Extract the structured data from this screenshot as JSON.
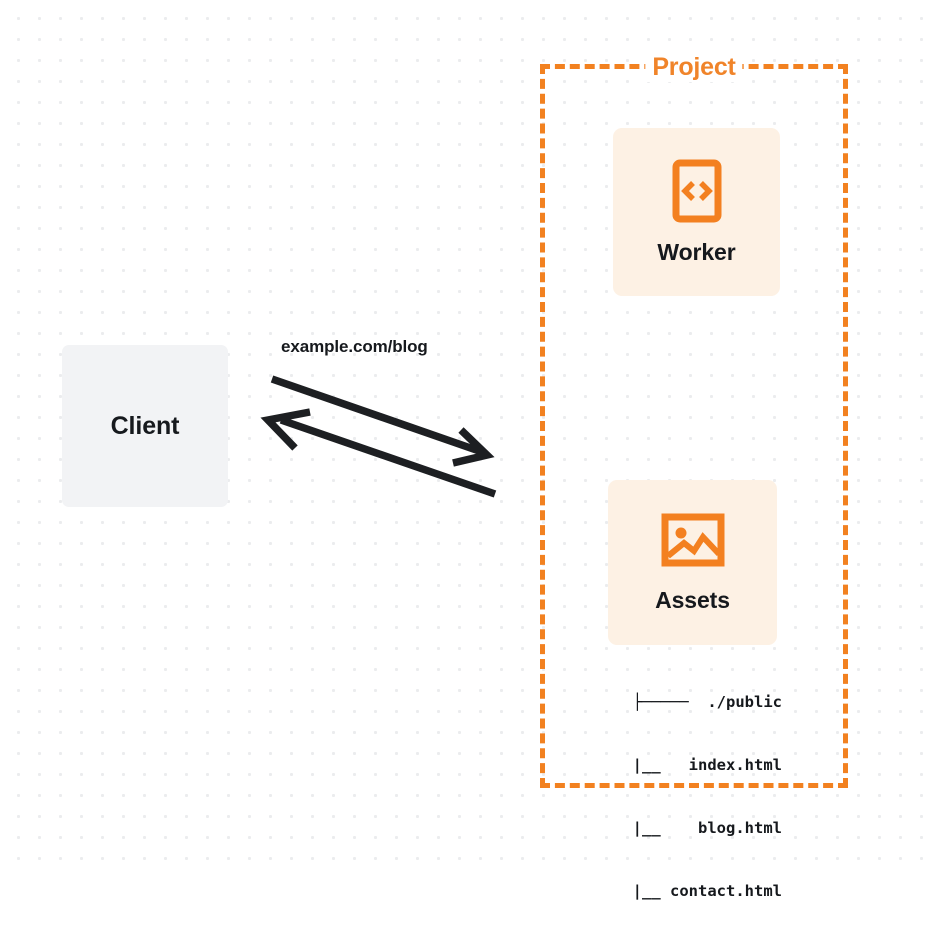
{
  "diagram": {
    "title": "Project architecture diagram",
    "background": {
      "style": "dot-grid",
      "dot_color": "#ebecee",
      "page_color": "#ffffff"
    },
    "colors": {
      "accent_orange": "#f38020",
      "border_orange": "#f28120",
      "title_orange": "#f0842a",
      "card_background": "#fdf1e4",
      "client_background": "#f2f3f5",
      "text_dark": "#16191d",
      "arrow_stroke": "#1d1f22"
    }
  },
  "client": {
    "label": "Client",
    "icon": "none"
  },
  "connector": {
    "label": "example.com/blog",
    "request_direction": "client-to-project",
    "response_direction": "project-to-client",
    "arrow_count": 2
  },
  "project": {
    "title": "Project",
    "border_style": "dashed",
    "services": [
      {
        "id": "worker",
        "label": "Worker",
        "icon": "code-brackets-icon"
      },
      {
        "id": "assets",
        "label": "Assets",
        "icon": "image-picture-icon"
      }
    ],
    "file_tree": {
      "root": "./public",
      "lines": [
        "├─────  ./public",
        "    |__   index.html",
        "    |__    blog.html",
        "    |__ contact.html"
      ],
      "files": [
        "index.html",
        "blog.html",
        "contact.html"
      ]
    }
  }
}
